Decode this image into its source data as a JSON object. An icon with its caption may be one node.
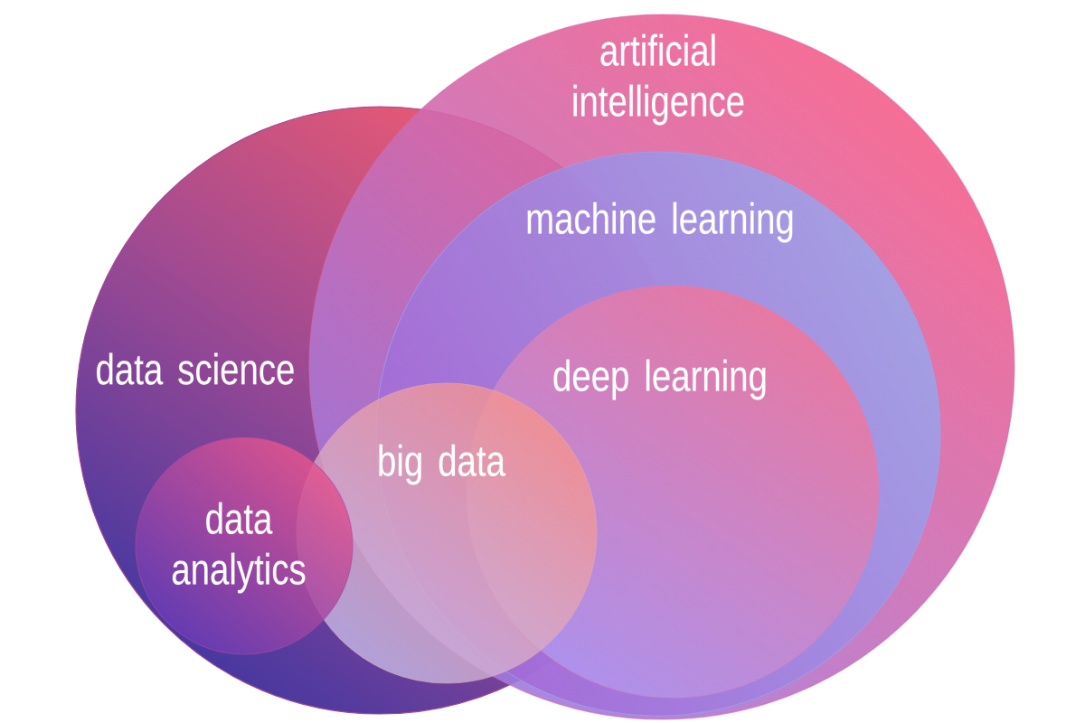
{
  "diagram": {
    "nodes": [
      {
        "text": [
          "artificial intelligence"
        ]
      },
      {
        "text": [
          "machine learning"
        ],
        "in": 0
      },
      {
        "text": [
          "deep learning"
        ],
        "in": 1
      },
      {
        "text": [
          "data science"
        ]
      },
      {
        "text": [
          "data analytics"
        ],
        "in": 3
      },
      {
        "text": [
          "big data"
        ]
      }
    ]
  }
}
